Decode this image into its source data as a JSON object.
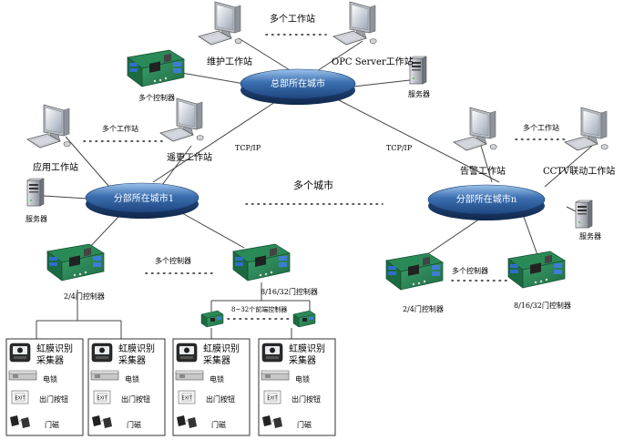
{
  "hq": {
    "hub_label": "总部所在城市",
    "multi_workstations": "多个工作站",
    "maintenance_ws": "维护工作站",
    "opc_ws": "OPC Server工作站",
    "multi_controllers": "多个控制器",
    "server": "服务器"
  },
  "branch1": {
    "hub_label": "分部所在城市1",
    "multi_workstations": "多个工作站",
    "app_ws": "应用工作站",
    "change_ws": "遥更工作站",
    "server": "服务器",
    "multi_controllers": "多个控制器",
    "controller_a": "2/4门控制器",
    "controller_b": "8/16/32门控制器",
    "front_controllers": "8~32个前端控制器"
  },
  "branchN": {
    "hub_label": "分部所在城市n",
    "multi_workstations": "多个工作站",
    "alarm_ws": "告警工作站",
    "cctv_ws": "CCTV联动工作站",
    "server": "服务器",
    "multi_controllers": "多个控制器",
    "controller_a": "2/4门控制器",
    "controller_b": "8/16/32门控制器"
  },
  "links": {
    "tcp_left": "TCP/IP",
    "tcp_right": "TCP/IP",
    "multi_cities": "多个城市"
  },
  "door_units": [
    {
      "iris_line1": "虹膜识别",
      "iris_line2": "采集器",
      "lock": "电锁",
      "exit_button": "出门按钮",
      "door_sensor": "门磁"
    },
    {
      "iris_line1": "虹膜识别",
      "iris_line2": "采集器",
      "lock": "电锁",
      "exit_button": "出门按钮",
      "door_sensor": "门磁"
    },
    {
      "iris_line1": "虹膜识别",
      "iris_line2": "采集器",
      "lock": "电锁",
      "exit_button": "出门按钮",
      "door_sensor": "门磁"
    },
    {
      "iris_line1": "虹膜识别",
      "iris_line2": "采集器",
      "lock": "电锁",
      "exit_button": "出门按钮",
      "door_sensor": "门磁"
    }
  ],
  "colors": {
    "hub_fill": "#3b6fb0",
    "board_green": "#2e8b57",
    "monitor_gray": "#c8ccd2"
  }
}
